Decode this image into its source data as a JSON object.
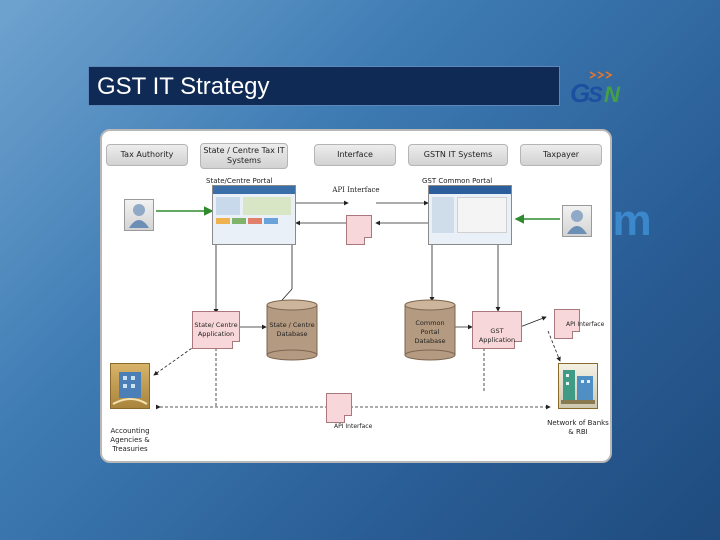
{
  "slide": {
    "title": "GST IT Strategy",
    "logo_text": "GSTN",
    "background_word": "em"
  },
  "headers": {
    "tax_authority": "Tax Authority",
    "state_centre_tax_systems": "State / Centre Tax IT Systems",
    "interface": "Interface",
    "gstn_it_systems": "GSTN IT Systems",
    "taxpayer": "Taxpayer"
  },
  "labels": {
    "state_centre_portal": "State/Centre Portal",
    "gst_common_portal": "GST Common Portal",
    "api_interface_top": "API Interface",
    "state_centre_application": "State/ Centre Application",
    "state_centre_database": "State / Centre Database",
    "common_portal_database": "Common Portal Database",
    "gst_application": "GST Application",
    "api_interface_right": "API Interface",
    "api_interface_bottom": "API Interface",
    "accounting_agencies": "Accounting Agencies & Treasuries",
    "network_banks": "Network of Banks & RBI"
  },
  "colors": {
    "title_bar": "#0f2a55",
    "arrow_green": "#2e8b2e",
    "doc_pink": "#f8d7da",
    "cylinder": "#b49a80",
    "logo_blue": "#1d4fa0",
    "logo_green": "#43a047",
    "logo_orange": "#e8762a"
  },
  "icons": {
    "tax_authority_user": "person-icon",
    "taxpayer_user": "person-icon",
    "accounting_building": "building-icon",
    "bank_building": "bank-icon"
  }
}
